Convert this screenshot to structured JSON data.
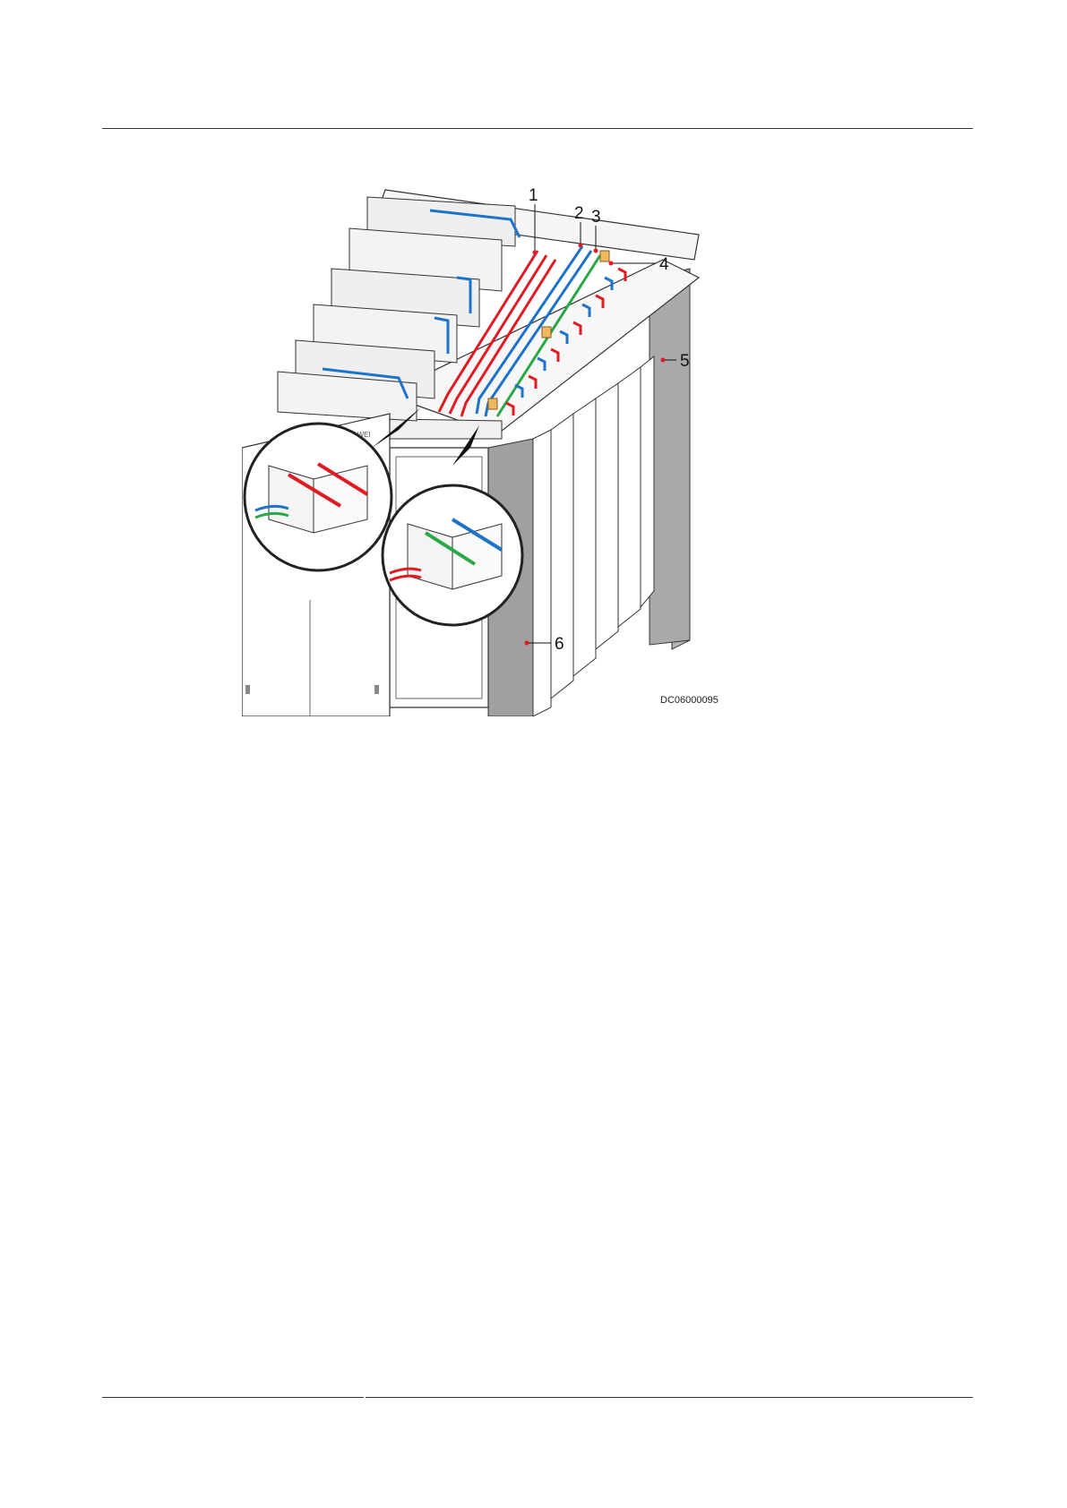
{
  "figure": {
    "callouts": [
      "1",
      "2",
      "3",
      "4",
      "5",
      "6"
    ],
    "figure_id": "DC06000095",
    "brand": "HUAWEI",
    "colors": {
      "red_cable": "#e01b24",
      "blue_cable": "#1e73c8",
      "green_cable": "#2aa848",
      "terminal": "#f0b860",
      "cabinet_side": "#a8a8a8",
      "outline": "#333333"
    }
  }
}
